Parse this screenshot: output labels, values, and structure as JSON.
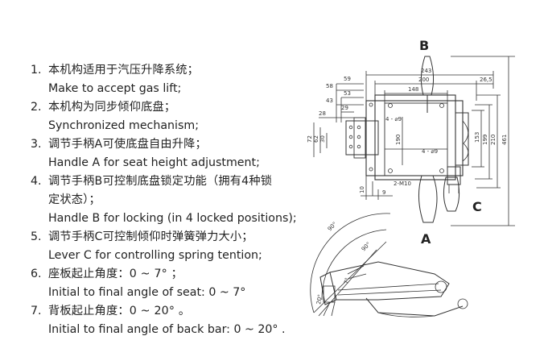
{
  "specs": [
    {
      "num": "1.",
      "zh": "本机构适用于汽压升降系统；",
      "en": [
        "Make to accept gas lift;"
      ]
    },
    {
      "num": "2.",
      "zh": "本机构为同步倾仰底盘；",
      "en": [
        "Synchronized mechanism;"
      ]
    },
    {
      "num": "3.",
      "zh": "调节手柄A可使底盘自由升降；",
      "en": [
        "Handle A for seat height adjustment;"
      ]
    },
    {
      "num": "4.",
      "zh": "调节手柄B可控制底盘锁定功能（拥有4种锁",
      "zh2": "定状态）；",
      "en": [
        "Handle B for locking (in 4 locked positions);"
      ]
    },
    {
      "num": "5.",
      "zh": "调节手柄C可控制倾仰时弹簧弹力大小；",
      "en": [
        "Lever C for controlling spring tention;"
      ]
    },
    {
      "num": "6.",
      "zh": "座板起止角度：0 ~ 7° ；",
      "en": [
        "Initial to final angle of seat: 0 ~ 7°"
      ]
    },
    {
      "num": "7.",
      "zh": "背板起止角度：0 ~ 20°  。",
      "en": [
        "Initial to final angle of back bar: 0 ~ 20°  ."
      ]
    }
  ],
  "drawing": {
    "handle_labels": {
      "b": "B",
      "c": "C",
      "a": "A"
    },
    "dims_top": {
      "d243": "243",
      "d200": "200",
      "d148": "148",
      "d265": "26,5"
    },
    "dims_left": {
      "d59": "59",
      "d58": "58",
      "d53": "53",
      "d43": "43",
      "d29": "29",
      "d28": "28",
      "d72": "72",
      "d62": "62",
      "d30": "30"
    },
    "dims_right": {
      "d153": "153",
      "d199": "199",
      "d210": "210",
      "d461": "461"
    },
    "dims_other": {
      "d190": "190",
      "d10": "10",
      "d9": "9",
      "hole1": "4 - ⌀9",
      "hole2": "4 - ⌀9",
      "thread": "2-M10"
    },
    "angles": {
      "a90a": "90°",
      "a90b": "90°",
      "a7": "7°",
      "a20": "20°"
    }
  }
}
